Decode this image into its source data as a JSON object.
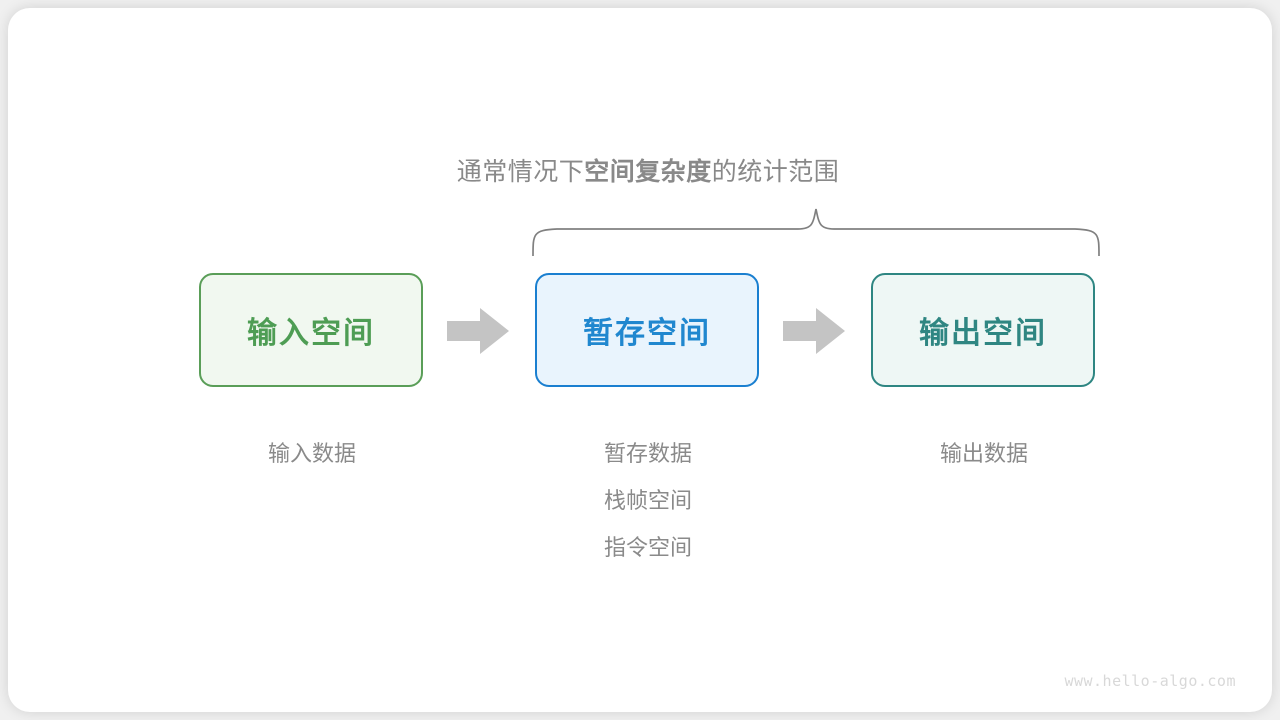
{
  "headline": {
    "prefix": "通常情况下",
    "strong": "空间复杂度",
    "suffix": "的统计范围"
  },
  "boxes": [
    {
      "label": "输入空间",
      "color": "#4e9d54",
      "border": "#5a9e58",
      "fill": "#f1f8f0"
    },
    {
      "label": "暂存空间",
      "color": "#2087cf",
      "border": "#1a7fd0",
      "fill": "#e9f4fd"
    },
    {
      "label": "输出空间",
      "color": "#2f8682",
      "border": "#2e8682",
      "fill": "#eef7f5"
    }
  ],
  "arrows": [
    {
      "name": "arrow-input-to-buffer",
      "color": "#c4c4c4"
    },
    {
      "name": "arrow-buffer-to-output",
      "color": "#c4c4c4"
    }
  ],
  "captions": {
    "input": [
      "输入数据"
    ],
    "buffer": [
      "暂存数据",
      "栈帧空间",
      "指令空间"
    ],
    "output": [
      "输出数据"
    ]
  },
  "brace": {
    "color": "#808080",
    "spans_boxes": [
      "暂存空间",
      "输出空间"
    ]
  },
  "watermark": "www.hello-algo.com",
  "theme": {
    "page_background": "#f0f0f0",
    "card_background": "#ffffff",
    "caption_text": "#8a8a8a",
    "headline_text": "#898989",
    "watermark_text": "#d8d8d8"
  }
}
